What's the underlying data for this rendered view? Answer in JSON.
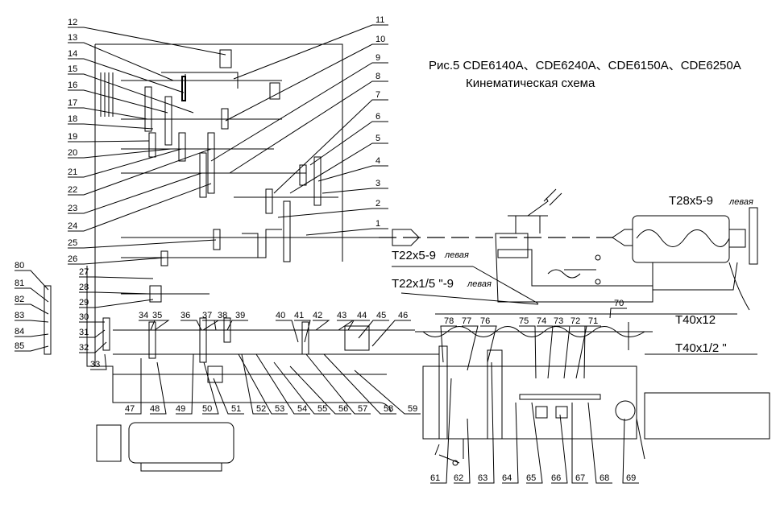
{
  "title": {
    "line1": "Рис.5 CDE6140A、CDE6240A、CDE6150A、CDE6250A",
    "line2": "Кинематическая схема"
  },
  "thread_labels": {
    "tailstock": {
      "spec": "T28x5-9",
      "note": "левая"
    },
    "upper_screw": {
      "spec": "T22x5-9",
      "note": "левая"
    },
    "lower_screw": {
      "spec": "T22x1/5 \"-9",
      "note": "левая"
    },
    "lead_screw_metric": "T40x12",
    "lead_screw_inch": "T40x1/2 \""
  },
  "callouts": [
    "1",
    "2",
    "3",
    "4",
    "5",
    "6",
    "7",
    "8",
    "9",
    "10",
    "11",
    "12",
    "13",
    "14",
    "15",
    "16",
    "17",
    "18",
    "19",
    "20",
    "21",
    "22",
    "23",
    "24",
    "25",
    "26",
    "27",
    "28",
    "29",
    "30",
    "31",
    "32",
    "33",
    "34",
    "35",
    "36",
    "37",
    "38",
    "39",
    "40",
    "41",
    "42",
    "43",
    "44",
    "45",
    "46",
    "47",
    "48",
    "49",
    "50",
    "51",
    "52",
    "53",
    "54",
    "55",
    "56",
    "57",
    "58",
    "59",
    "61",
    "62",
    "63",
    "64",
    "65",
    "66",
    "67",
    "68",
    "69",
    "70",
    "71",
    "72",
    "73",
    "74",
    "75",
    "76",
    "77",
    "78",
    "80",
    "81",
    "82",
    "83",
    "84",
    "85"
  ]
}
